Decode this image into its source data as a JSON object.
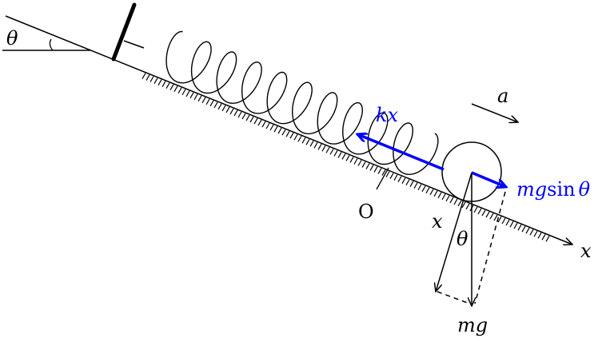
{
  "labels": {
    "angle_top": "θ",
    "accel": "a",
    "spring_force": "kx",
    "component_force_m": "mg",
    "component_force_sin": "sin",
    "component_force_theta": "θ",
    "origin": "O",
    "displacement": "x",
    "angle_at_ball": "θ",
    "axis": "x",
    "weight": "mg"
  },
  "colors": {
    "force_highlight": "#0000ff",
    "ink": "#000000"
  }
}
